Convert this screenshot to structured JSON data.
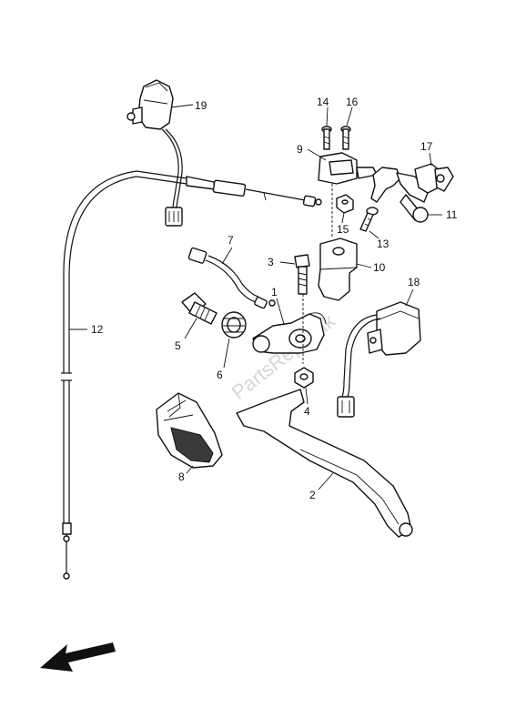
{
  "watermark": "PartsRepublik",
  "callouts": [
    {
      "id": "c1",
      "text": "1"
    },
    {
      "id": "c2",
      "text": "2"
    },
    {
      "id": "c3",
      "text": "3"
    },
    {
      "id": "c4",
      "text": "4"
    },
    {
      "id": "c5",
      "text": "5"
    },
    {
      "id": "c6",
      "text": "6"
    },
    {
      "id": "c7",
      "text": "7"
    },
    {
      "id": "c8",
      "text": "8"
    },
    {
      "id": "c9",
      "text": "9"
    },
    {
      "id": "c10",
      "text": "10"
    },
    {
      "id": "c11",
      "text": "11"
    },
    {
      "id": "c12",
      "text": "12"
    },
    {
      "id": "c13",
      "text": "13"
    },
    {
      "id": "c14",
      "text": "14"
    },
    {
      "id": "c15",
      "text": "15"
    },
    {
      "id": "c16",
      "text": "16"
    },
    {
      "id": "c17",
      "text": "17"
    },
    {
      "id": "c18",
      "text": "18"
    },
    {
      "id": "c19",
      "text": "19"
    }
  ],
  "icons": {
    "direction_arrow": "front-direction-arrow-icon"
  }
}
